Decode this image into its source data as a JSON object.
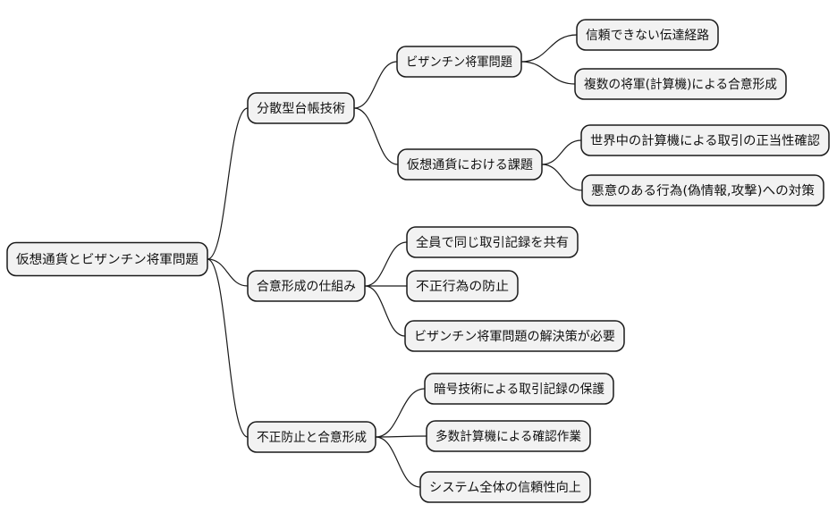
{
  "diagram": {
    "type": "mindmap",
    "colors": {
      "background": "#ffffff",
      "node_fill": "#f2f2f2",
      "node_border": "#1a1a1a",
      "link_color": "#1a1a1a",
      "label_color": "#111111"
    },
    "root": {
      "id": "root",
      "label": "仮想通貨とビザンチン将軍問題",
      "children": [
        {
          "id": "dlt",
          "label": "分散型台帳技術",
          "children": [
            {
              "id": "bgp",
              "label": "ビザンチン将軍問題",
              "children": [
                {
                  "id": "bgp-1",
                  "label": "信頼できない伝達経路"
                },
                {
                  "id": "bgp-2",
                  "label": "複数の将軍(計算機)による合意形成"
                }
              ]
            },
            {
              "id": "vc",
              "label": "仮想通貨における課題",
              "children": [
                {
                  "id": "vc-1",
                  "label": "世界中の計算機による取引の正当性確認"
                },
                {
                  "id": "vc-2",
                  "label": "悪意のある行為(偽情報,攻撃)への対策"
                }
              ]
            }
          ]
        },
        {
          "id": "consensus",
          "label": "合意形成の仕組み",
          "children": [
            {
              "id": "consensus-1",
              "label": "全員で同じ取引記録を共有"
            },
            {
              "id": "consensus-2",
              "label": "不正行為の防止"
            },
            {
              "id": "consensus-3",
              "label": "ビザンチン将軍問題の解決策が必要"
            }
          ]
        },
        {
          "id": "fraud",
          "label": "不正防止と合意形成",
          "children": [
            {
              "id": "fraud-1",
              "label": "暗号技術による取引記録の保護"
            },
            {
              "id": "fraud-2",
              "label": "多数計算機による確認作業"
            },
            {
              "id": "fraud-3",
              "label": "システム全体の信頼性向上"
            }
          ]
        }
      ]
    }
  }
}
